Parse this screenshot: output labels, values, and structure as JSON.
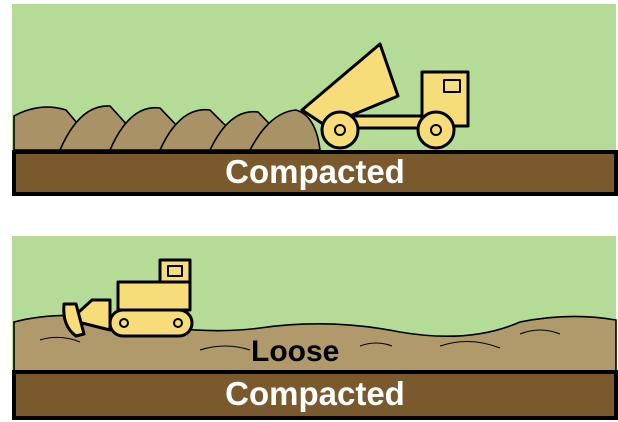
{
  "colors": {
    "sky": "#b5dc96",
    "soil_compacted": "#7a5a2c",
    "soil_loose": "#b09a6c",
    "machine": "#f7dc7a",
    "outline": "#000000"
  },
  "top_panel": {
    "layer_label": "Compacted",
    "machine_icon": "dump-truck-icon"
  },
  "bottom_panel": {
    "loose_label": "Loose",
    "layer_label": "Compacted",
    "machine_icon": "bulldozer-icon"
  }
}
